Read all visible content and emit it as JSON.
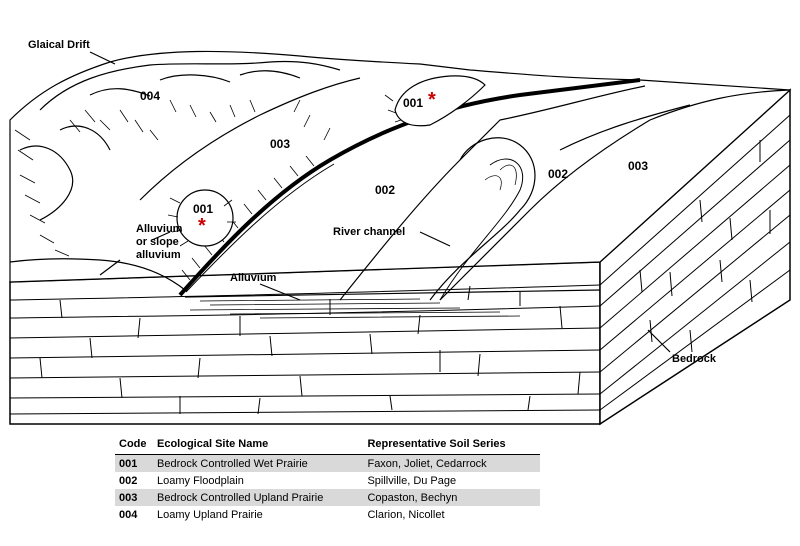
{
  "diagram": {
    "labels": {
      "glacial_drift": "Glaical Drift",
      "alluvium_slope_1": "Alluvium",
      "alluvium_slope_2": "or slope",
      "alluvium_slope_3": "alluvium",
      "alluvium": "Alluvium",
      "river_channel": "River channel",
      "bedrock": "Bedrock"
    },
    "zones": {
      "z004": "004",
      "z003_left": "003",
      "z001_top": "001",
      "z001_left": "001",
      "z002_center": "002",
      "z002_right": "002",
      "z003_right": "003"
    },
    "star": "*"
  },
  "legend": {
    "headers": {
      "code": "Code",
      "name": "Ecological  Site Name",
      "series": "Representative Soil  Series"
    },
    "rows": [
      {
        "code": "001",
        "name": "Bedrock Controlled Wet Prairie",
        "series": "Faxon,  Joliet, Cedarrock"
      },
      {
        "code": "002",
        "name": "Loamy Floodplain",
        "series": "Spillville, Du Page"
      },
      {
        "code": "003",
        "name": "Bedrock Controlled Upland Prairie",
        "series": "Copaston, Bechyn"
      },
      {
        "code": "004",
        "name": "Loamy Upland Prairie",
        "series": "Clarion, Nicollet"
      }
    ]
  }
}
